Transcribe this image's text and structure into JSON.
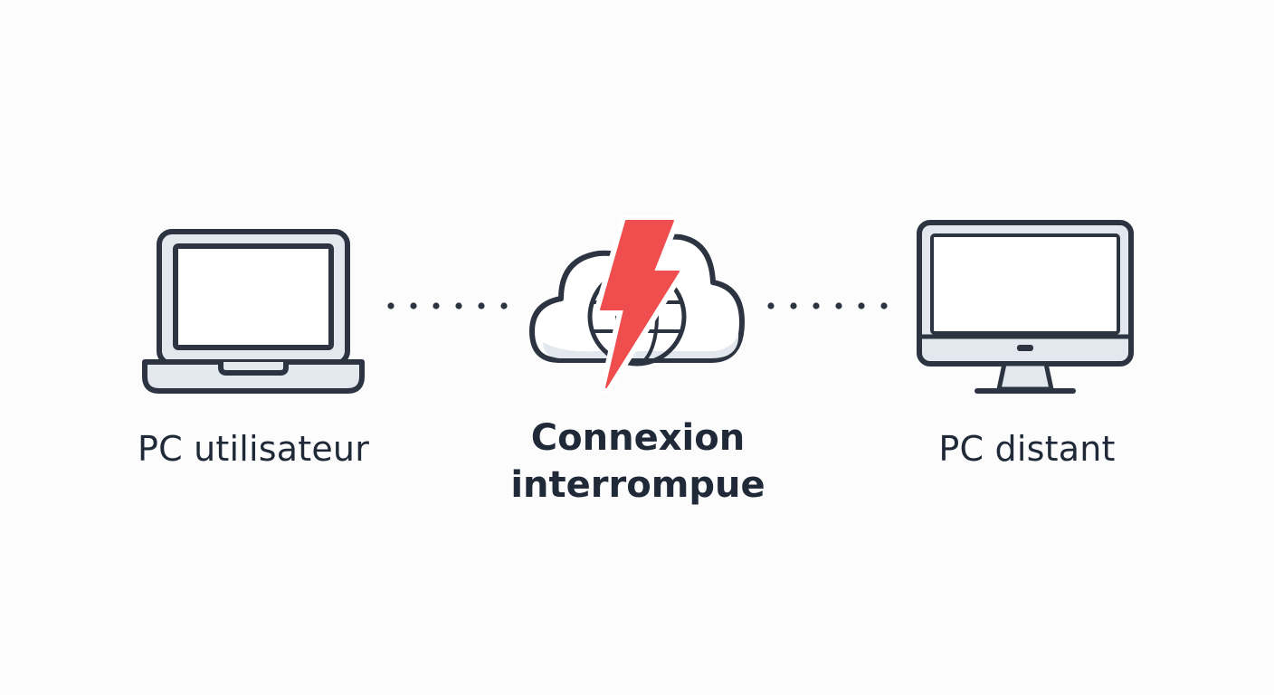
{
  "nodes": {
    "user_pc": {
      "label": "PC utilisateur",
      "icon": "laptop-icon"
    },
    "connection": {
      "label_line1": "Connexion",
      "label_line2": "interrompue",
      "icon": "cloud-lightning-icon"
    },
    "remote_pc": {
      "label": "PC distant",
      "icon": "desktop-monitor-icon"
    }
  },
  "colors": {
    "stroke": "#2b3440",
    "fill_light": "#e3e7ee",
    "fill_white": "#ffffff",
    "alert": "#f04e4e",
    "text": "#1f2937"
  }
}
